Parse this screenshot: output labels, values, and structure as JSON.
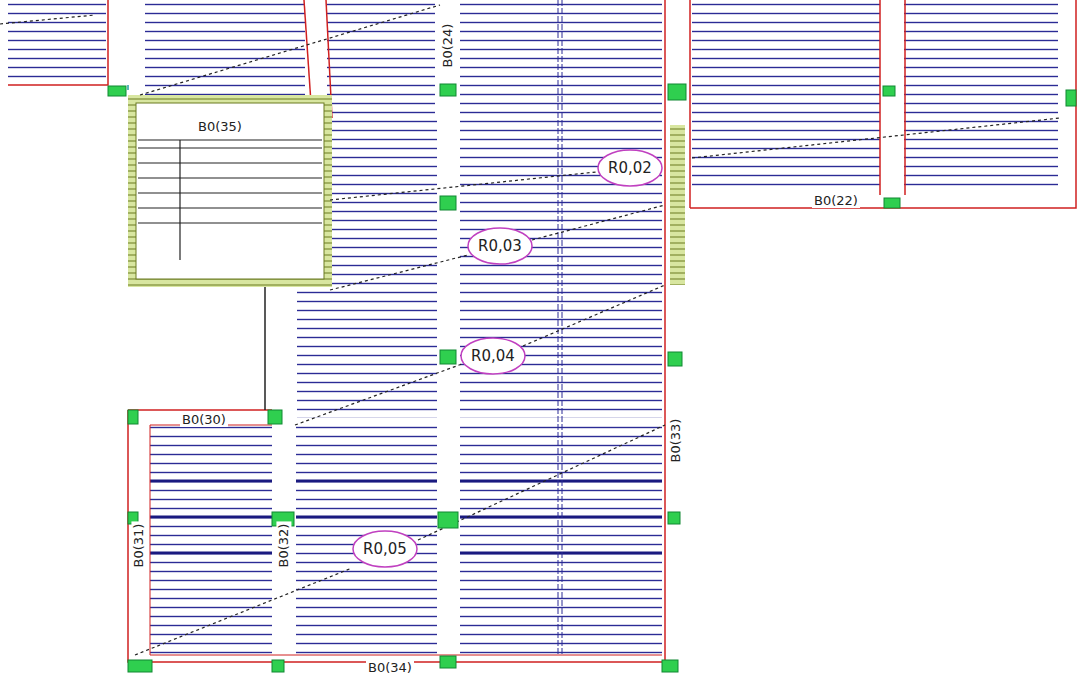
{
  "diagram": {
    "nodes": [
      {
        "text": [
          "R0,02"
        ]
      },
      {
        "text": [
          "R0,03"
        ]
      },
      {
        "text": [
          "R0,04"
        ]
      },
      {
        "text": [
          "R0,05"
        ]
      }
    ],
    "labels": [
      "B0(35)",
      "B0(22)",
      "B0(30)",
      "B0(34)",
      "B0(32)",
      "B0(33)",
      "B0(24)",
      "B0(31)"
    ]
  }
}
